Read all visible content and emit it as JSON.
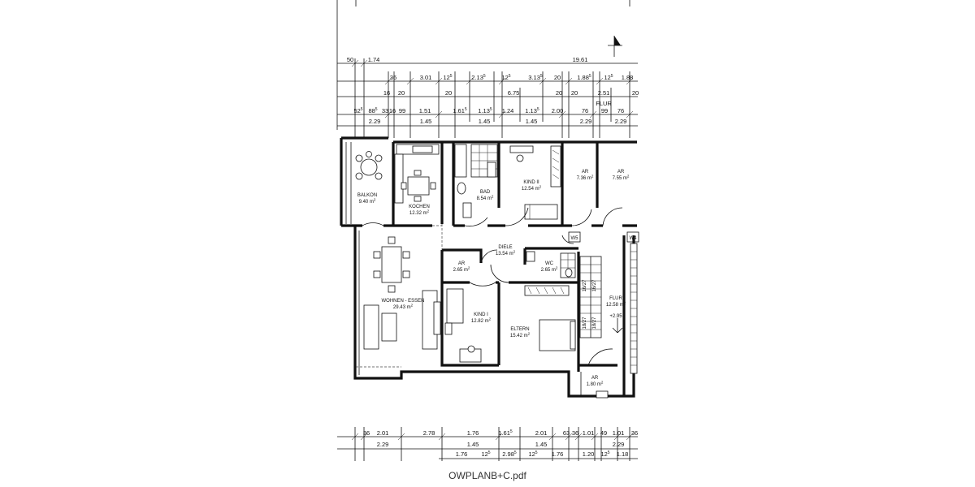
{
  "document": {
    "filename": "OWPLANB+C.pdf"
  },
  "dimensions": {
    "top_row0": [
      "50",
      "1.74",
      "19.61"
    ],
    "top_row1": [
      "36",
      "3.01",
      "12",
      "2.13",
      "12",
      "3.13",
      "20",
      "1.88",
      "12",
      "1.88"
    ],
    "top_row1_sup": [
      "5",
      "5",
      "5",
      "5",
      "5",
      "5"
    ],
    "top_row2": [
      "16",
      "20",
      "20",
      "6.75",
      "20",
      "20",
      "2.51",
      "20"
    ],
    "top_row2_flur": "FLUR",
    "top_row3": [
      "52",
      "88",
      "33",
      "16",
      "99",
      "1.51",
      "1.61",
      "1.13",
      "1.24",
      "1.13",
      "2.00",
      "76",
      "99",
      "76"
    ],
    "top_row3_sup": [
      "5",
      "5",
      "5",
      "5",
      "5"
    ],
    "top_row4": [
      "2.29",
      "1.45",
      "1.45",
      "1.45",
      "2.29",
      "2.29"
    ],
    "bottom_row0": [
      "36",
      "2.01",
      "2.78",
      "1.76",
      "1.61",
      "2.01",
      "63",
      "36",
      "1.01",
      "49",
      "1.01",
      "36"
    ],
    "bottom_row0_sup": [
      "5"
    ],
    "bottom_row1": [
      "2.29",
      "1.45",
      "1.45",
      "2.29"
    ],
    "bottom_row2": [
      "1.76",
      "12",
      "2.98",
      "12",
      "1.76",
      "1.20",
      "12",
      "1.18"
    ],
    "bottom_row2_sup": [
      "5",
      "5",
      "5",
      "5"
    ]
  },
  "rooms": {
    "balkon": {
      "name": "BALKON",
      "area": "9.40 m",
      "sup": "2"
    },
    "kochen": {
      "name": "KOCHEN",
      "area": "12.32 m",
      "sup": "2"
    },
    "bad": {
      "name": "BAD",
      "area": "8.54 m",
      "sup": "2"
    },
    "kind2": {
      "name": "KIND II",
      "area": "12.54 m",
      "sup": "2"
    },
    "ar_a": {
      "name": "AR",
      "area": "7.36 m",
      "sup": "2"
    },
    "ar_b": {
      "name": "AR",
      "area": "7.55 m",
      "sup": "2"
    },
    "diele": {
      "name": "DIELE",
      "area": "13.54 m",
      "sup": "2"
    },
    "ar_c": {
      "name": "AR",
      "area": "2.65 m",
      "sup": "2"
    },
    "wc": {
      "name": "WC",
      "area": "2.65 m",
      "sup": "2"
    },
    "wohnen": {
      "name": "WOHNEN - ESSEN",
      "area": "29.43 m",
      "sup": "2"
    },
    "kind1": {
      "name": "KIND I",
      "area": "12.82 m",
      "sup": "2"
    },
    "eltern": {
      "name": "ELTERN",
      "area": "15.42 m",
      "sup": "2"
    },
    "flur": {
      "name": "FLUR",
      "area": "12.58 m",
      "sup": "2"
    },
    "ar_d": {
      "name": "AR",
      "area": "1.80 m",
      "sup": "2"
    }
  },
  "markers": {
    "w5": "W5",
    "w4": "W4",
    "level": "+2.95",
    "stair1": "16/27",
    "stair2": "16/27",
    "stair3": "18/27",
    "stair4": "18/27"
  }
}
